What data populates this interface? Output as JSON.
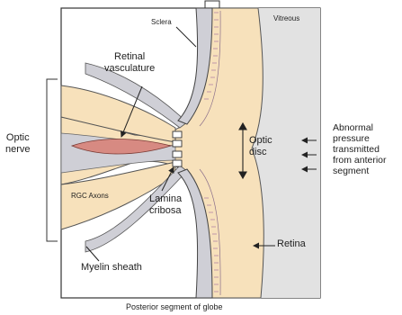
{
  "labels": {
    "sclera": "Sclera",
    "vitreous": "Vitreous",
    "retinal_vasculature": "Retinal\nvasculature",
    "optic_nerve": "Optic\nnerve",
    "optic_disc": "Optic\ndisc",
    "abnormal_pressure": "Abnormal\npressure\ntransmitted\nfrom anterior\nsegment",
    "rgc_axons": "RGC Axons",
    "lamina_cribosa": "Lamina\ncribosa",
    "retina": "Retina",
    "myelin_sheath": "Myelin sheath",
    "posterior_segment": "Posterior segment of globe"
  },
  "colors": {
    "tissue_fill": "#f7e1bb",
    "vitreous_fill": "#e2e2e2",
    "sheath_fill": "#cfcfd6",
    "vessel_fill": "#d78a82",
    "sclera_hatch": "#b384a6",
    "outline": "#333333"
  }
}
